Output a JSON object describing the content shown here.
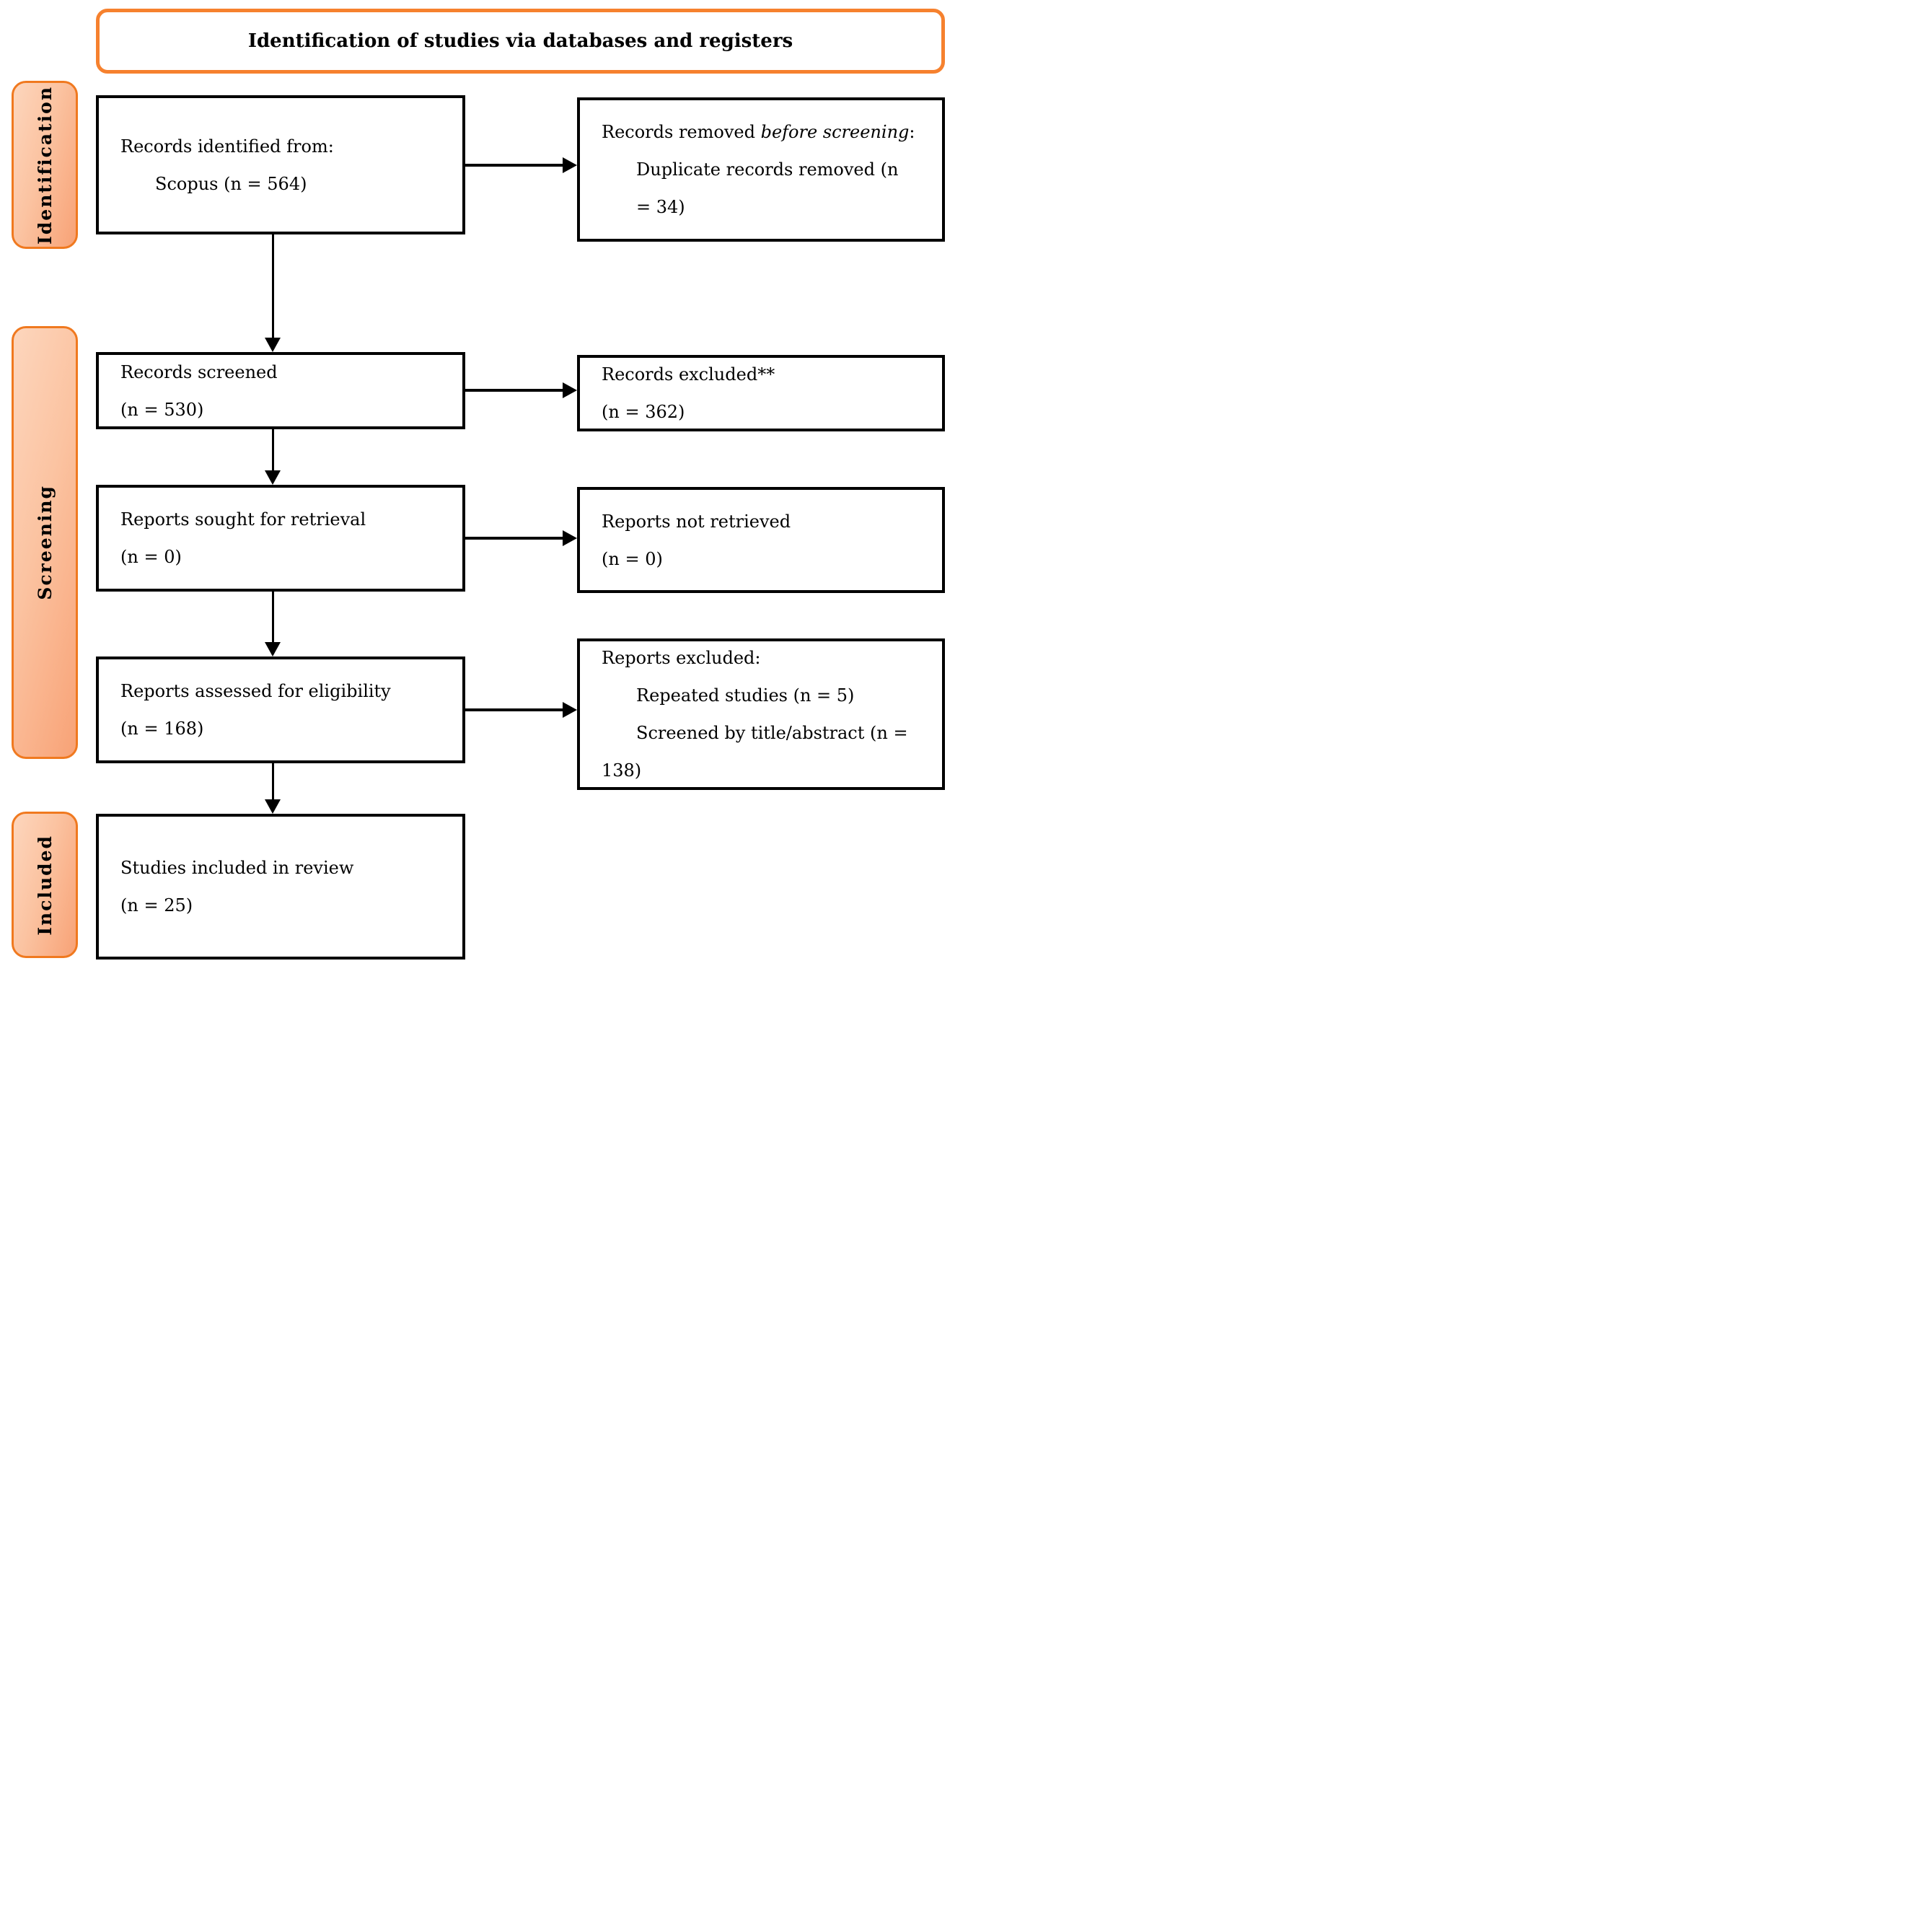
{
  "title": "Identification of studies via databases and registers",
  "colors": {
    "accent_orange_border": "#F6812E",
    "pill_border": "#F0791F",
    "pill_fill_light": "#FDD6BD",
    "pill_fill_dark": "#F8A276",
    "box_border": "#000000",
    "text": "#000000",
    "background": "#FFFFFF"
  },
  "sidebar": {
    "identification": "Identification",
    "screening": "Screening",
    "included": "Included"
  },
  "boxes": {
    "records_identified": {
      "line1": "Records identified from:",
      "line2": "Scopus (n = 564)"
    },
    "records_removed": {
      "line1_prefix": "Records removed ",
      "line1_italic": "before screening",
      "line1_suffix": ":",
      "line2": "Duplicate records removed (n",
      "line3": "= 34)"
    },
    "records_screened": {
      "line1": "Records screened",
      "line2": "(n = 530)"
    },
    "records_excluded": {
      "line1": "Records excluded**",
      "line2": "(n = 362)"
    },
    "reports_sought": {
      "line1": "Reports sought for retrieval",
      "line2": "(n = 0)"
    },
    "reports_not_retrieved": {
      "line1": "Reports not retrieved",
      "line2": "(n = 0)"
    },
    "reports_assessed": {
      "line1": "Reports assessed for eligibility",
      "line2": "(n = 168)"
    },
    "reports_excluded": {
      "line1": "Reports excluded:",
      "line2": "Repeated studies (n = 5)",
      "line3": "Screened by title/abstract (n =",
      "line4": "138)"
    },
    "studies_included": {
      "line1": "Studies included in review",
      "line2": "(n = 25)"
    }
  }
}
